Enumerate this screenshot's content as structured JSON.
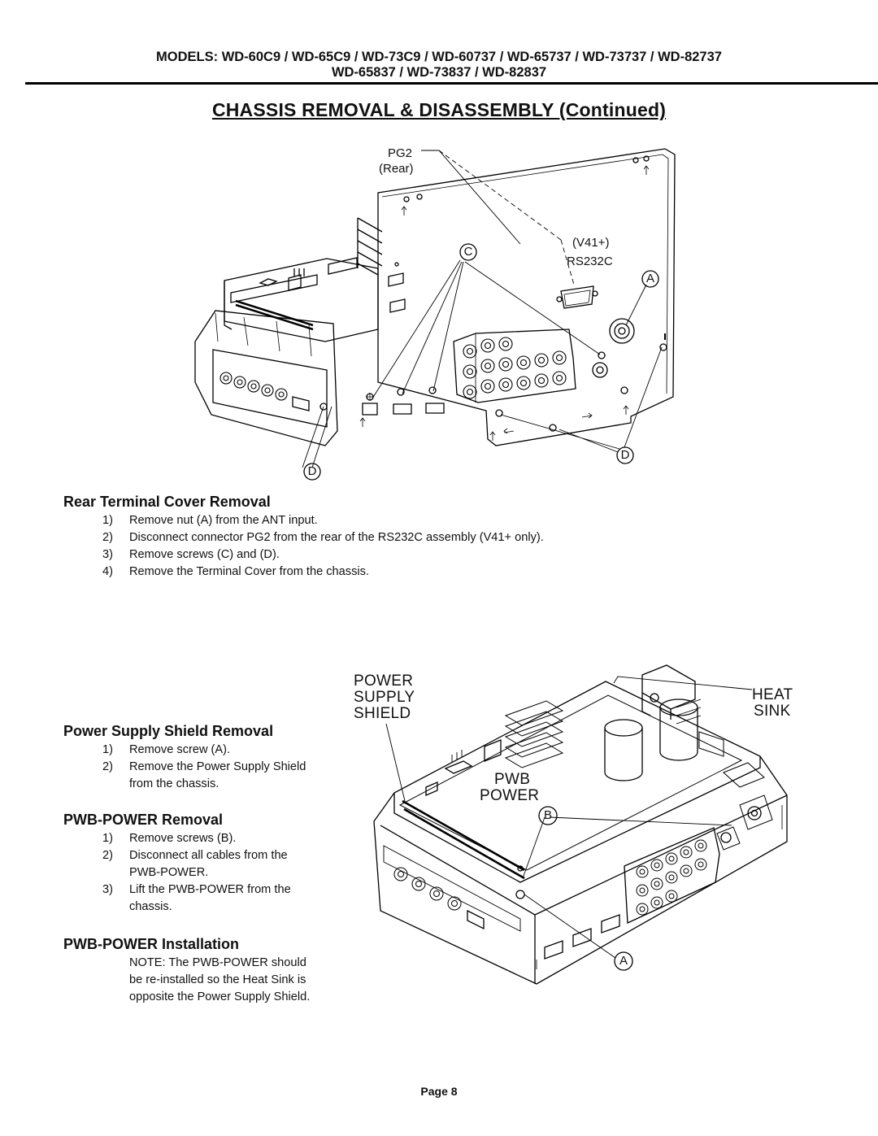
{
  "header": {
    "models_line1": "MODELS: WD-60C9 / WD-65C9 / WD-73C9 / WD-60737 / WD-65737 / WD-73737 / WD-82737",
    "models_line2": "WD-65837 / WD-73837 / WD-82837"
  },
  "title": "CHASSIS  REMOVAL  &  DISASSEMBLY  (Continued)",
  "figure1": {
    "pg2": "PG2",
    "rear": "(Rear)",
    "v41": "(V41+)",
    "rs232c": "RS232C",
    "c": "C",
    "a": "A",
    "d_left": "D",
    "d_right": "D"
  },
  "rear_cover": {
    "heading": "Rear Terminal Cover Removal",
    "steps": [
      {
        "n": "1)",
        "t": "Remove nut (A) from the ANT input."
      },
      {
        "n": "2)",
        "t": "Disconnect connector PG2 from the rear of the RS232C assembly (V41+ only)."
      },
      {
        "n": "3)",
        "t": "Remove screws (C) and (D)."
      },
      {
        "n": "4)",
        "t": "Remove the Terminal Cover from the chassis."
      }
    ]
  },
  "figure2": {
    "pss1": "POWER",
    "pss2": "SUPPLY",
    "pss3": "SHIELD",
    "heat1": "HEAT",
    "heat2": "SINK",
    "pwb1": "PWB",
    "pwb2": "POWER",
    "b": "B",
    "a": "A"
  },
  "shield": {
    "heading": "Power Supply Shield Removal",
    "steps": [
      {
        "n": "1)",
        "t": "Remove screw (A)."
      },
      {
        "n": "2)",
        "t": "Remove the Power Supply Shield",
        "t2": "from the chassis."
      }
    ]
  },
  "pwb_removal": {
    "heading": "PWB-POWER  Removal",
    "steps": [
      {
        "n": "1)",
        "t": "Remove screws (B)."
      },
      {
        "n": "2)",
        "t": "Disconnect all cables from the",
        "t2": "PWB-POWER."
      },
      {
        "n": "3)",
        "t": "Lift the PWB-POWER from the",
        "t2": "chassis."
      }
    ]
  },
  "pwb_install": {
    "heading": "PWB-POWER  Installation",
    "note1": "NOTE:  The PWB-POWER should",
    "note2": "be re-installed so the Heat Sink is",
    "note3": "opposite the Power Supply Shield."
  },
  "footer": {
    "page": "Page 8"
  }
}
